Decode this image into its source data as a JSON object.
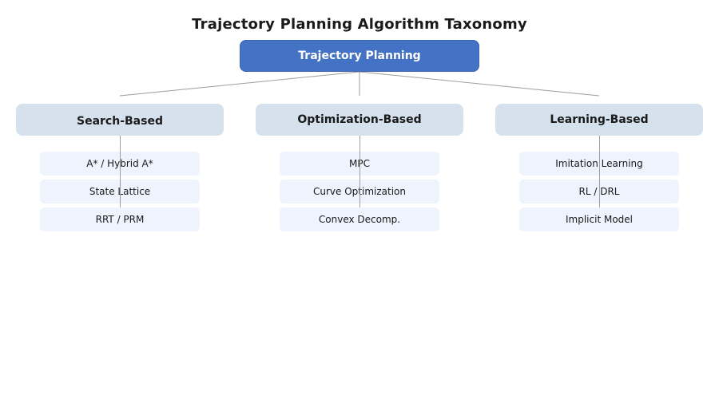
{
  "title": "Trajectory Planning Algorithm Taxonomy",
  "root": {
    "label": "Trajectory Planning"
  },
  "categories": [
    {
      "label": "Search-Based",
      "items": [
        "A* / Hybrid A*",
        "State Lattice",
        "RRT / PRM"
      ]
    },
    {
      "label": "Optimization-Based",
      "items": [
        "MPC",
        "Curve Optimization",
        "Convex Decomp."
      ]
    },
    {
      "label": "Learning-Based",
      "items": [
        "Imitation Learning",
        "RL / DRL",
        "Implicit Model"
      ]
    }
  ],
  "colors": {
    "root_fill": "#4472c4",
    "category_fill": "#d5e2ee",
    "leaf_fill": "#eef3fd",
    "connector": "#9e9e9e"
  }
}
